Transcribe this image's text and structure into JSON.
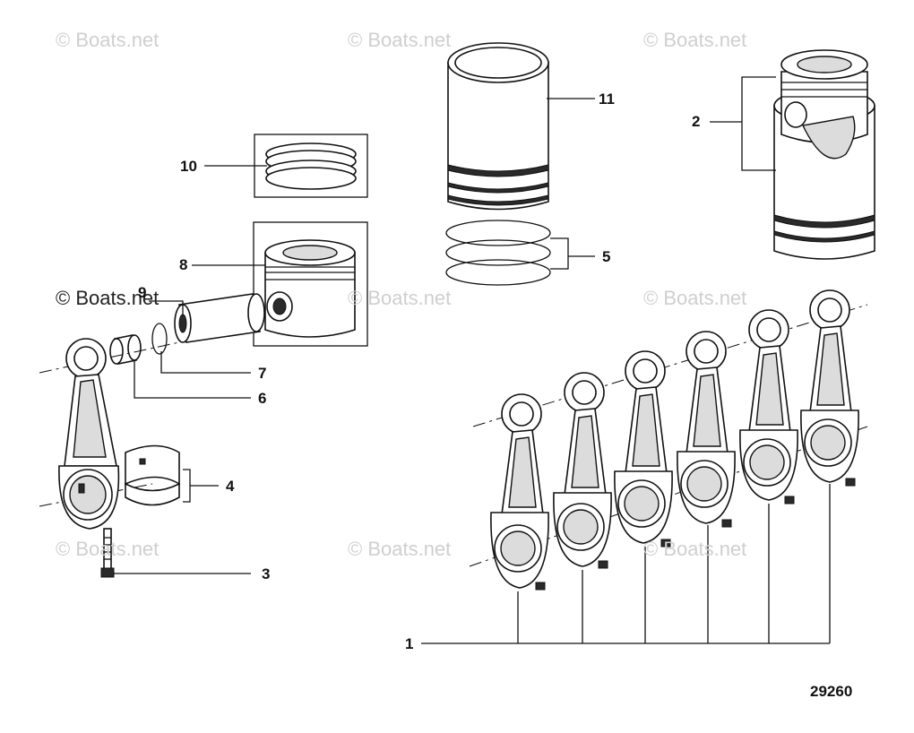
{
  "watermark": "© Boats.net",
  "watermark_prominent": "© Boats.net",
  "figure_number": "29260",
  "callouts": {
    "c1": "1",
    "c2": "2",
    "c3": "3",
    "c4": "4",
    "c5": "5",
    "c6": "6",
    "c7": "7",
    "c8": "8",
    "c9": "9",
    "c10": "10",
    "c11": "11"
  }
}
